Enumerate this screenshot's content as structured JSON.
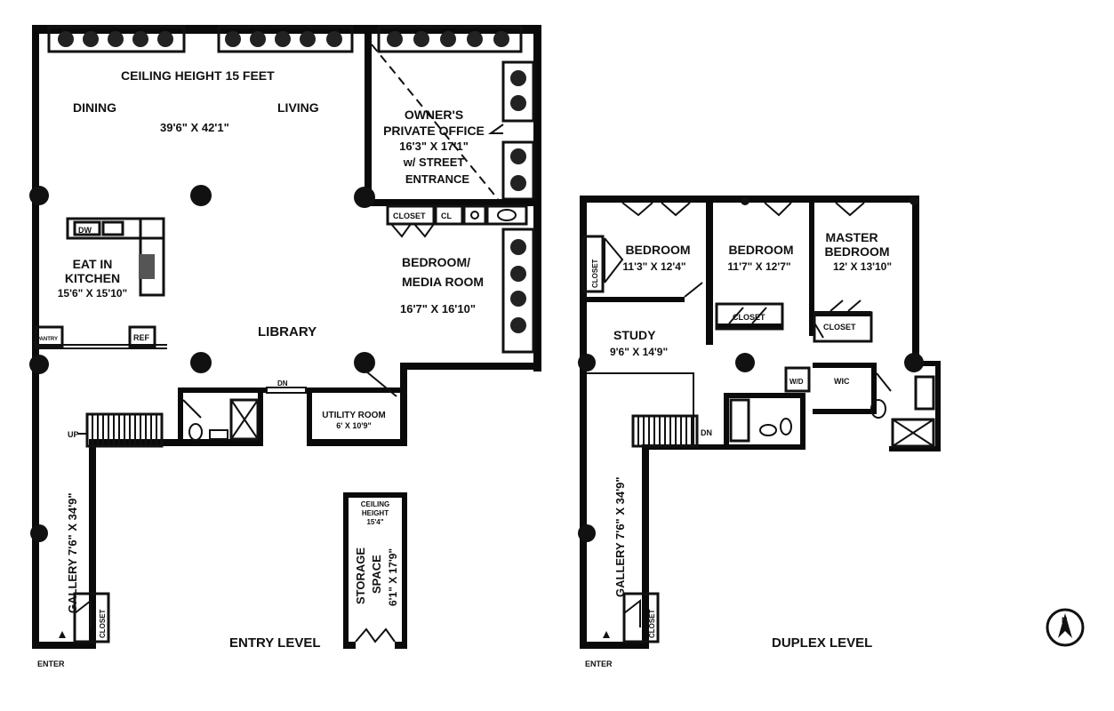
{
  "entry": {
    "ceiling": "CEILING HEIGHT 15 FEET",
    "dining": "DINING",
    "living": "LIVING",
    "main_dims": "39'6\" X 42'1\"",
    "office": [
      "OWNER'S",
      "PRIVATE OFFICE",
      "16'3\" X 17'1\"",
      "w/ STREET",
      "ENTRANCE"
    ],
    "closet1": "CLOSET",
    "cl": "CL",
    "dw": "DW",
    "kitchen": [
      "EAT IN",
      "KITCHEN",
      "15'6\" X 15'10\""
    ],
    "bedroom_media": [
      "BEDROOM/",
      "MEDIA ROOM",
      "16'7\" X 16'10\""
    ],
    "library": "LIBRARY",
    "pantry": "PANTRY",
    "ref": "REF",
    "up": "UP",
    "dn_small": "DN",
    "utility": [
      "UTILITY ROOM",
      "6' X 10'9\""
    ],
    "gallery": "GALLERY 7'6\" X 34'9\"",
    "closet_g": "CLOSET",
    "storage_ceiling": [
      "CEILING",
      "HEIGHT",
      "15'4\""
    ],
    "storage": [
      "STORAGE",
      "SPACE",
      "6'1\" X 17'9\""
    ],
    "title": "ENTRY LEVEL",
    "enter": "ENTER"
  },
  "duplex": {
    "closet_side": "CLOSET",
    "bedroom1": [
      "BEDROOM",
      "11'3\" X 12'4\""
    ],
    "bedroom2": [
      "BEDROOM",
      "11'7\" X 12'7\""
    ],
    "master": [
      "MASTER",
      "BEDROOM",
      "12' X 13'10\""
    ],
    "closet_b2": "CLOSET",
    "closet_m": "CLOSET",
    "study": [
      "STUDY",
      "9'6\" X 14'9\""
    ],
    "wd": "W/D",
    "wic": "WIC",
    "dn": "DN",
    "gallery": "GALLERY 7'6\" X 34'9\"",
    "closet_g": "CLOSET",
    "title": "DUPLEX LEVEL",
    "enter": "ENTER"
  },
  "compass": "N"
}
